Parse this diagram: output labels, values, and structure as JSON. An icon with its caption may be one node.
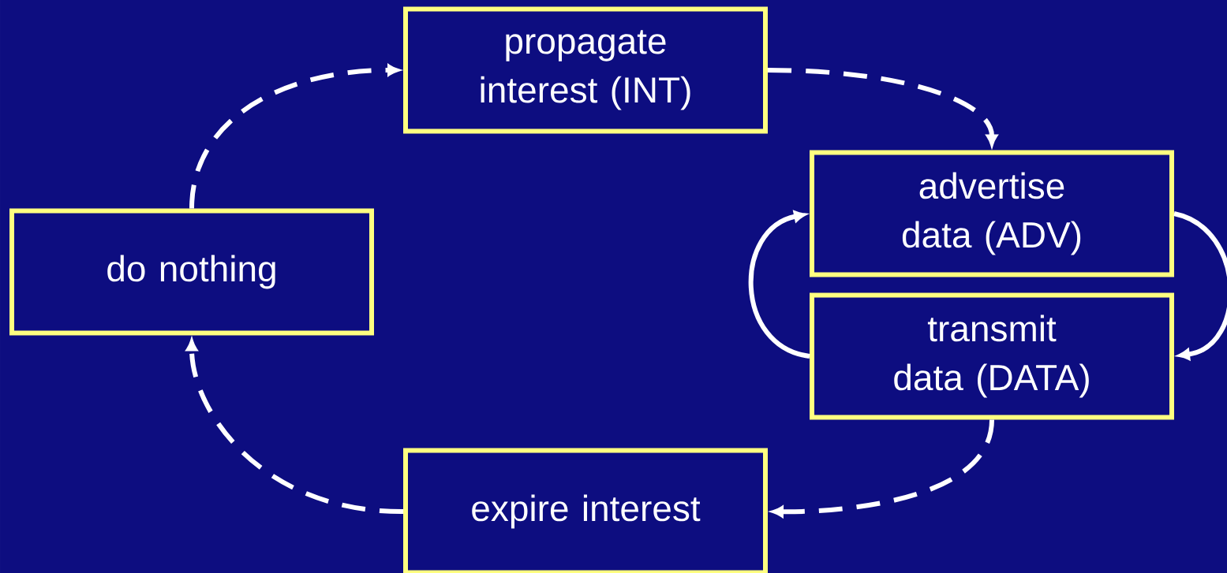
{
  "diagram": {
    "nodes": [
      {
        "text": [
          "propagate interest (INT)"
        ]
      },
      {
        "text": [
          "advertise data (ADV)"
        ]
      },
      {
        "text": [
          "transmit data (DATA)"
        ]
      },
      {
        "text": [
          "expire interest"
        ]
      },
      {
        "text": [
          "do nothing"
        ]
      }
    ],
    "edges": [
      {
        "from": 4,
        "to": 0,
        "arrow": "to",
        "style": "dashed"
      },
      {
        "from": 0,
        "to": 1,
        "arrow": "to",
        "style": "dashed"
      },
      {
        "from": 1,
        "to": 2,
        "arrow": "to"
      },
      {
        "from": 2,
        "to": 1,
        "arrow": "to"
      },
      {
        "from": 2,
        "to": 3,
        "arrow": "to",
        "style": "dashed"
      },
      {
        "from": 3,
        "to": 4,
        "arrow": "to",
        "style": "dashed"
      }
    ]
  }
}
